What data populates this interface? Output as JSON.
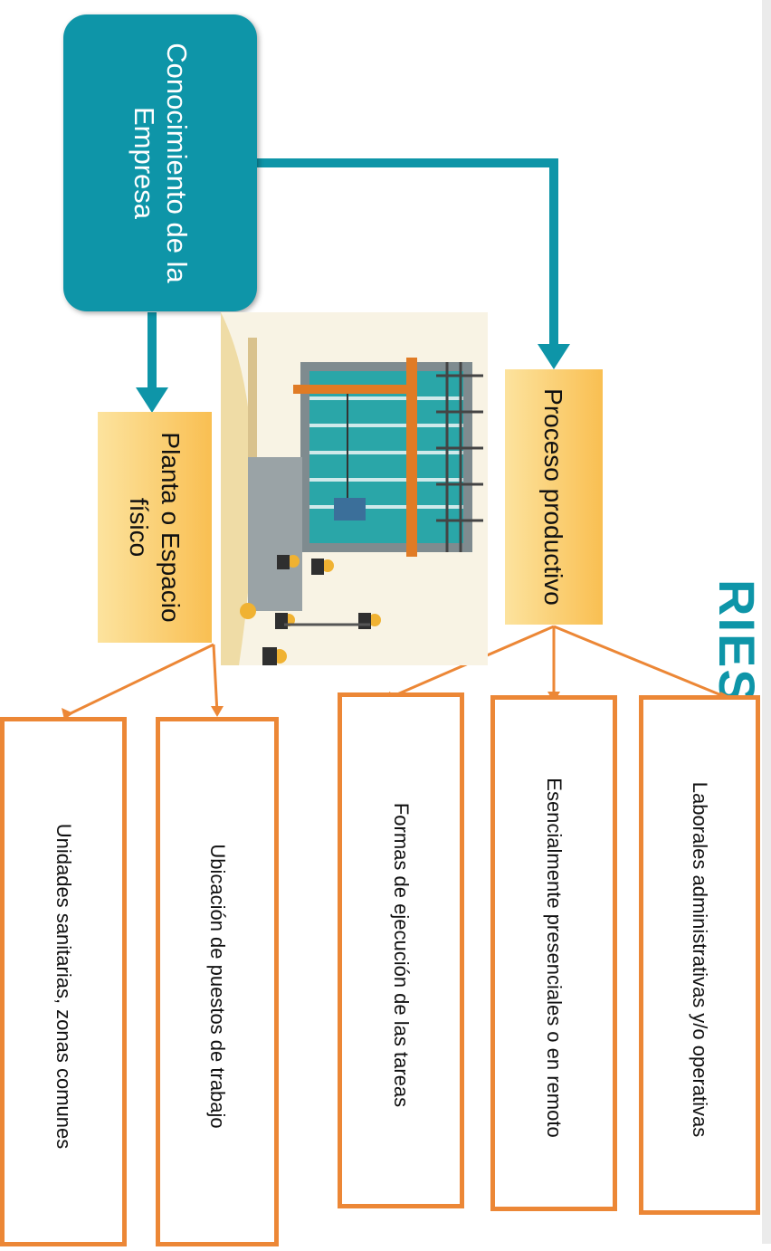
{
  "diagram": {
    "heading": "RIESGOS",
    "root": "Conocimiento de la Empresa",
    "branches": [
      {
        "label": "Planta o Espacio físico",
        "children": [
          "Ubicación de puestos de trabajo",
          "Unidades sanitarias, zonas comunes"
        ]
      },
      {
        "label": "Proceso productivo",
        "children": [
          "Laborales administrativas y/o operativas",
          "Esencialmente presenciales o en remoto",
          "Formas de ejecución de las tareas"
        ]
      }
    ],
    "illustration": "construction-site-illustration",
    "colors": {
      "primary": "#0e95a8",
      "branch_fill": "#f9c55c",
      "outline": "#ec8736",
      "arrow_teal": "#0e95a8",
      "arrow_orange": "#ec8736"
    }
  }
}
